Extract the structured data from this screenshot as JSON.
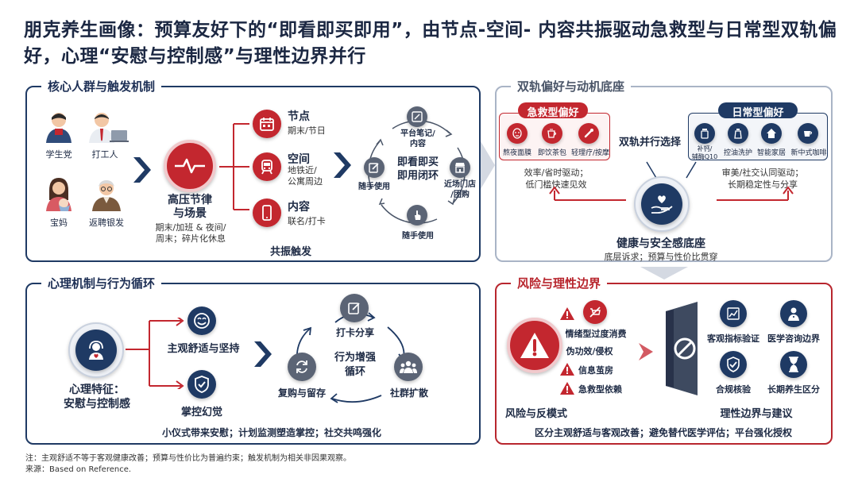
{
  "title": "朋克养生画像：预算友好下的“即看即买即用”，由节点-空间- 内容共振驱动急救型与日常型双轨偏好，心理“安慰与控制感”与理性边界并行",
  "panel1": {
    "title": "核心人群与触发机制",
    "people": [
      "学生党",
      "打工人",
      "宝妈",
      "返聘银发"
    ],
    "center_title": "高压节律\n与场景",
    "center_sub": "期末/加班 & 夜间/\n周末；碎片化休息",
    "triggers": [
      {
        "title": "节点",
        "sub": "期末/节日"
      },
      {
        "title": "空间",
        "sub": "地铁近/\n公寓周边"
      },
      {
        "title": "内容",
        "sub": "联名/打卡"
      }
    ],
    "resonance": "共振触发",
    "loop_center": "即看即买\n即用闭环",
    "loop_items": [
      "平台笔记/\n内容",
      "近场门店\n/团购",
      "随手使用",
      "随手使用"
    ]
  },
  "panel2": {
    "title": "双轨偏好与动机底座",
    "emergency_title": "急救型偏好",
    "emergency_items": [
      "熬夜面膜",
      "即饮茶包",
      "轻理疗/按摩"
    ],
    "emergency_desc": "效率/省时驱动；\n低门槛快速见效",
    "dual": "双轨并行选择",
    "daily_title": "日常型偏好",
    "daily_items": [
      "补钙/\n辅酶Q10",
      "控油洗护",
      "智能家居",
      "新中式咖啡"
    ],
    "daily_desc": "审美/社交认同驱动；\n长期稳定性与分享",
    "base_title": "健康与安全感底座",
    "base_sub": "底层诉求；预算与性价比贯穿"
  },
  "panel3": {
    "title": "心理机制与行为循环",
    "trait": "心理特征：\n安慰与控制感",
    "branches": [
      "主观舒适与坚持",
      "掌控幻觉"
    ],
    "loop_center": "行为增强\n循环",
    "loop_items": [
      "打卡分享",
      "社群扩散",
      "复购与留存"
    ],
    "bottom": "小仪式带来安慰；计划监测塑造掌控；社交共鸣强化"
  },
  "panel4": {
    "title": "风险与理性边界",
    "risks": [
      "情绪型过度消费",
      "伪功效/侵权",
      "信息茧房",
      "急救型依赖"
    ],
    "risk_label": "风险与反模式",
    "bounds": [
      "客观指标验证",
      "医学咨询边界",
      "合规核验",
      "长期养生区分"
    ],
    "bound_label": "理性边界与建议",
    "bottom": "区分主观舒适与客观改善；避免替代医学评估；平台强化授权"
  },
  "footer": {
    "note": "注：主观舒适不等于客观健康改善；预算与性价比为普遍约束；触发机制为相关非因果观察。",
    "source": "来源：Based on Reference."
  }
}
